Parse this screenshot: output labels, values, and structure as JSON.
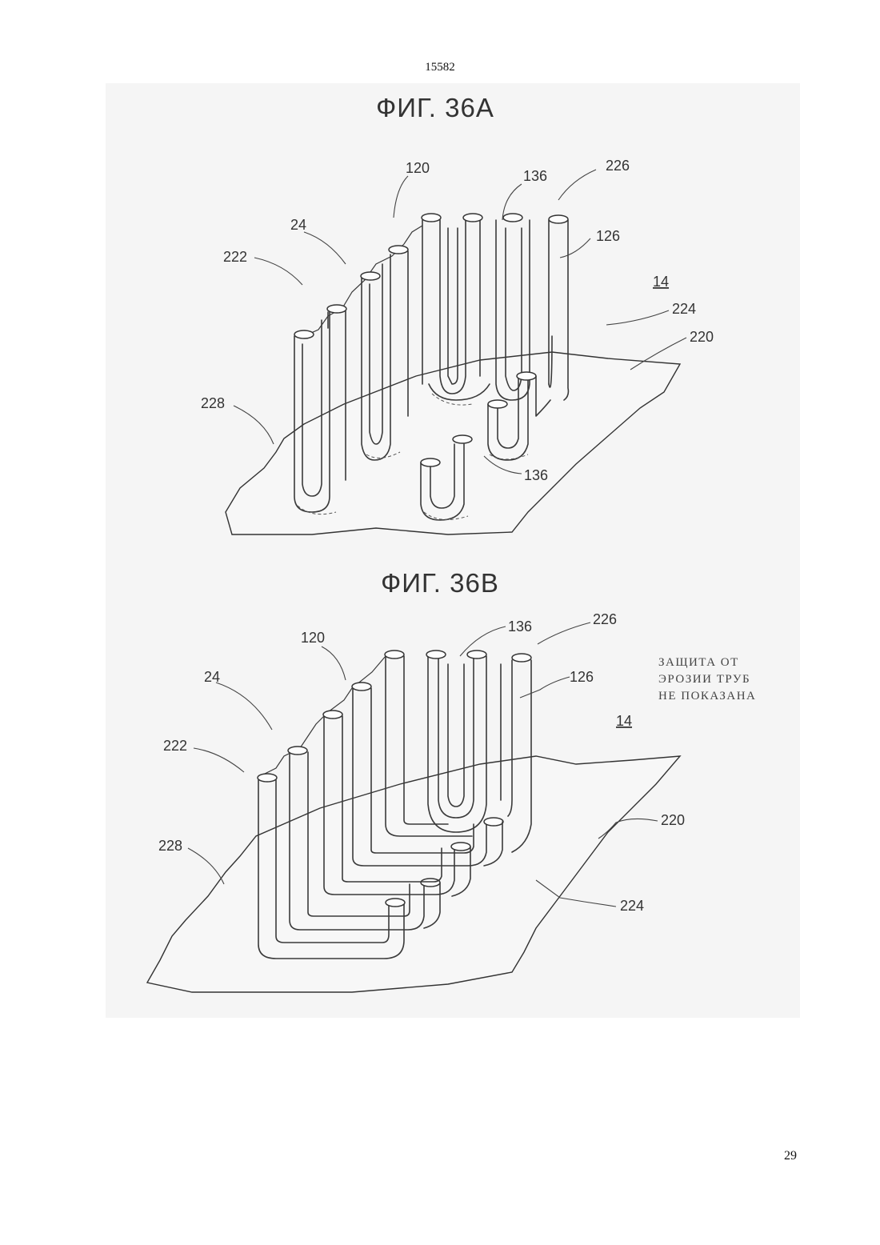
{
  "document_number": "15582",
  "page_number": "29",
  "figure_a": {
    "title": "ФИГ. 36A",
    "labels": {
      "l120": "120",
      "l136_top": "136",
      "l226": "226",
      "l24": "24",
      "l126": "126",
      "l222": "222",
      "l14": "14",
      "l224": "224",
      "l220": "220",
      "l228": "228",
      "l136_bottom": "136"
    }
  },
  "figure_b": {
    "title": "ФИГ. 36B",
    "labels": {
      "l136": "136",
      "l226": "226",
      "l120": "120",
      "l126": "126",
      "l24": "24",
      "l14": "14",
      "l222": "222",
      "l220": "220",
      "l228": "228",
      "l224": "224"
    },
    "note": [
      "ЗАЩИТА ОТ",
      "ЭРОЗИИ ТРУБ",
      "НЕ ПОКАЗАНА"
    ]
  },
  "colors": {
    "line": "#3a3a3a",
    "scan_background": "#f5f5f5",
    "paper": "#ffffff"
  }
}
